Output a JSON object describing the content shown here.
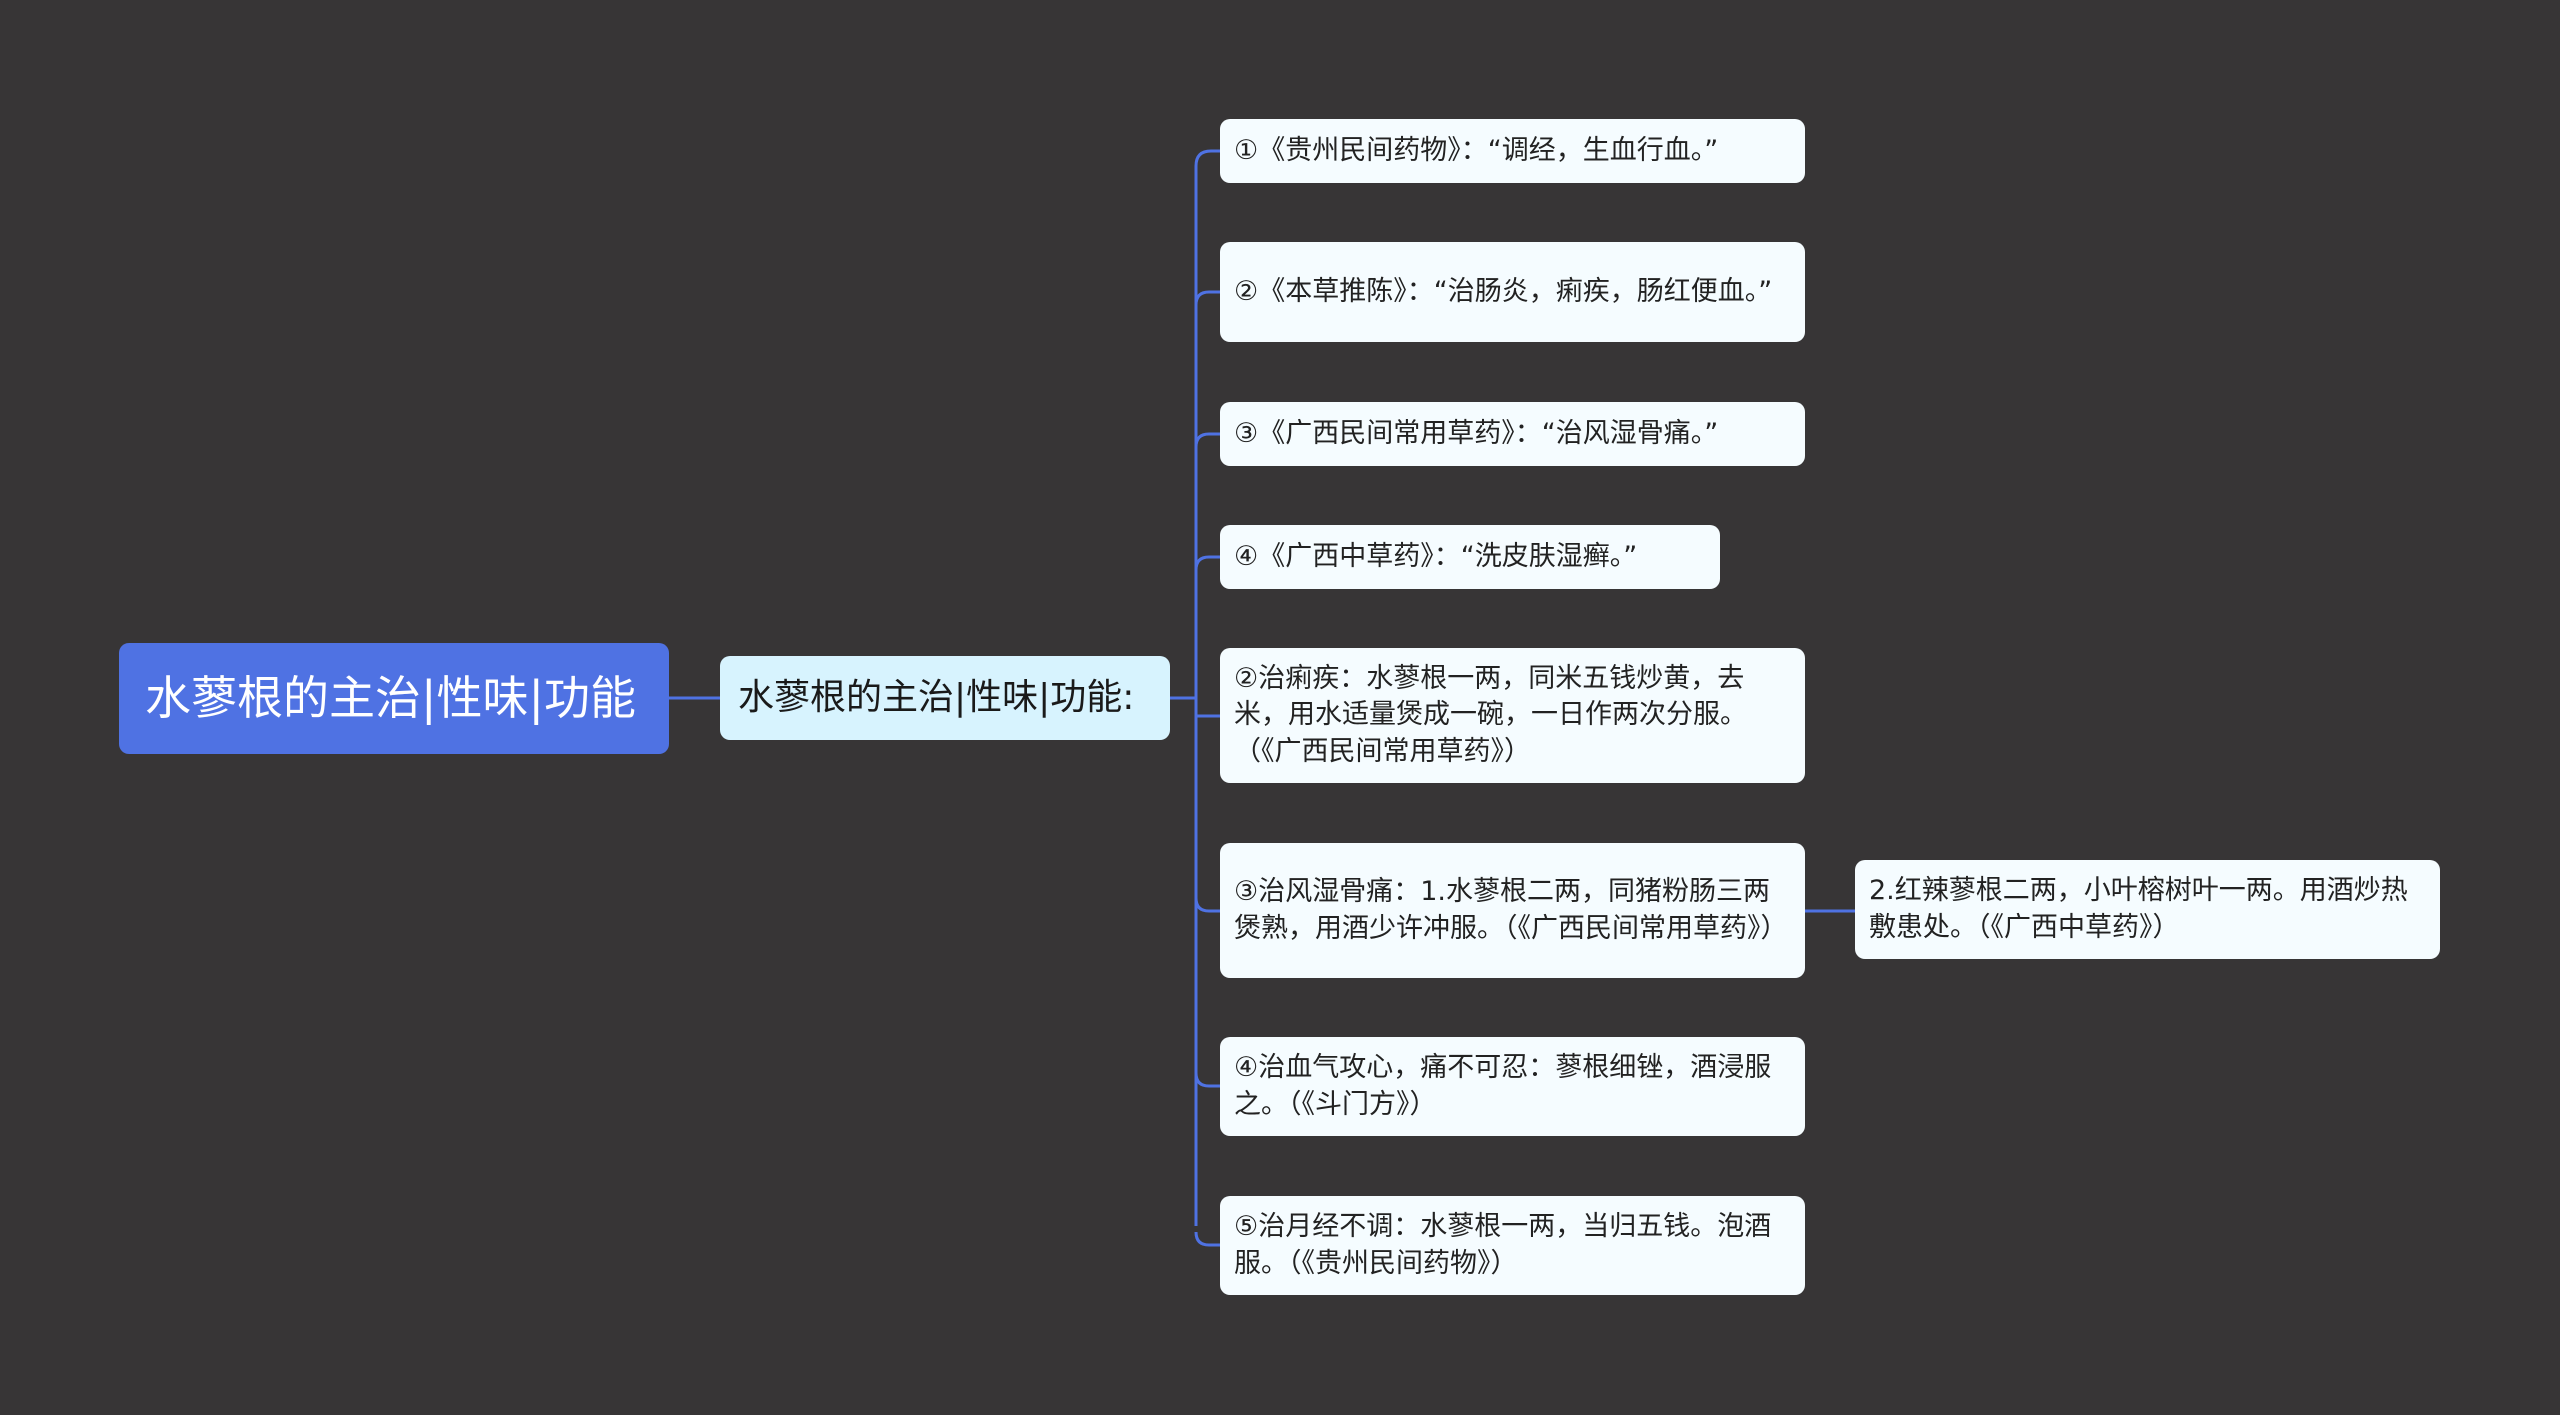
{
  "root": {
    "label": "水蓼根的主治|性味|功能"
  },
  "section": {
    "label": "水蓼根的主治|性味|功能:"
  },
  "items": [
    "①《贵州民间药物》：“调经，生血行血。”",
    "②《本草推陈》：“治肠炎，痢疾，肠红便血。”",
    "③《广西民间常用草药》：“治风湿骨痛。”",
    "④《广西中草药》：“洗皮肤湿癣。”",
    "②治痢疾：水蓼根一两，同米五钱炒黄，去米，用水适量煲成一碗，一日作两次分服。（《广西民间常用草药》）",
    "③治风湿骨痛：1.水蓼根二两，同猪粉肠三两煲熟，用酒少许冲服。（《广西民间常用草药》）",
    "④治血气攻心，痛不可忍：蓼根细锉，酒浸服之。（《斗门方》）",
    "⑤治月经不调：水蓼根一两，当归五钱。泡酒服。（《贵州民间药物》）"
  ],
  "subitem": {
    "label": "2.红辣蓼根二两，小叶榕树叶一两。用酒炒热敷患处。（《广西中草药》）"
  },
  "colors": {
    "background": "#373536",
    "root_fill": "#4f72e3",
    "section_fill": "#d7f3fe",
    "leaf_fill": "#f5fcff",
    "connector": "#4f72e3"
  }
}
